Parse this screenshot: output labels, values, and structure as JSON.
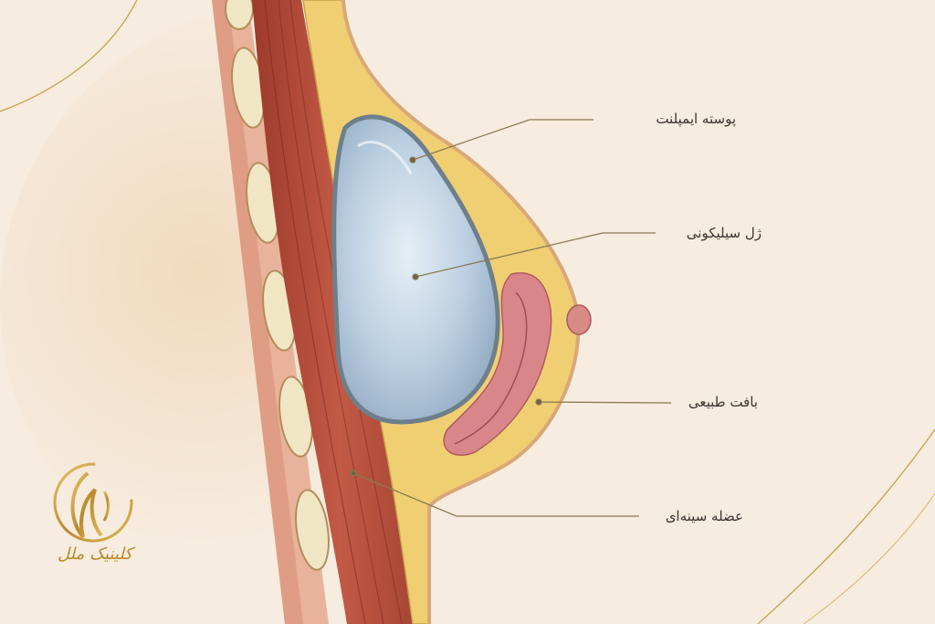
{
  "diagram": {
    "labels": {
      "implant_shell": "پوسته ایمپلنت",
      "silicone_gel": "ژل سیلیکونی",
      "natural_tissue": "بافت طبیعی",
      "chest_muscle": "عضله سینه‌ای"
    },
    "colors": {
      "background": "#f6ecdf",
      "muscle": "#b24a3a",
      "fat": "#f0cf72",
      "implant": "#b9cfe0",
      "gland": "#d9868a",
      "leader_line": "#8a7a52",
      "gold": "#c9a24a"
    }
  },
  "logo": {
    "text": "کلینیک ملل"
  }
}
